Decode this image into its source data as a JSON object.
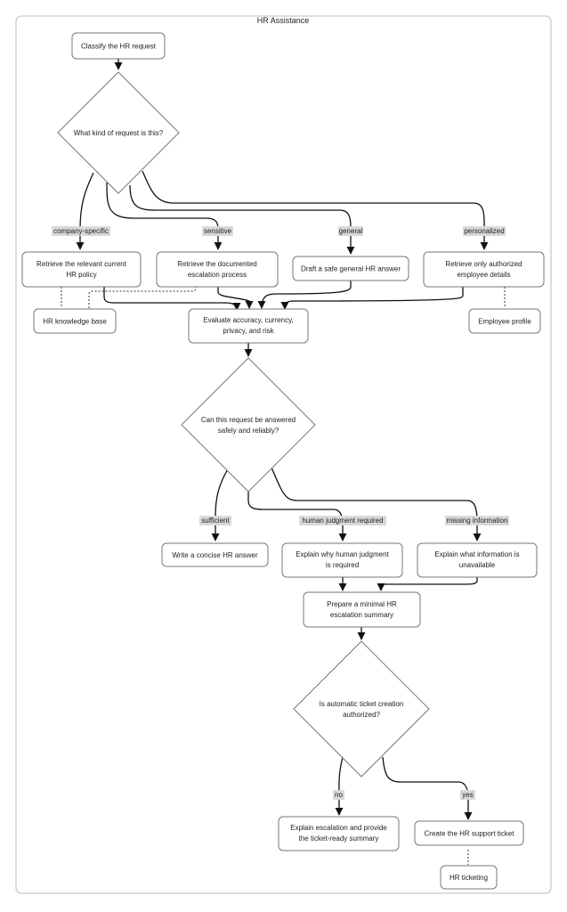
{
  "diagram": {
    "title": "HR Assistance",
    "nodes": {
      "classify": [
        "Classify the HR request"
      ],
      "kind_decision": [
        "What kind of request is this?"
      ],
      "retrieve_policy": [
        "Retrieve the relevant current",
        "HR policy"
      ],
      "retrieve_escalation": [
        "Retrieve the documented",
        "escalation process"
      ],
      "draft_general": [
        "Draft a safe general HR answer"
      ],
      "retrieve_employee": [
        "Retrieve only authorized",
        "employee details"
      ],
      "kb": [
        "HR knowledge base"
      ],
      "evaluate": [
        "Evaluate accuracy, currency,",
        "privacy, and risk"
      ],
      "profile": [
        "Employee profile"
      ],
      "answer_decision": [
        "Can this request be answered",
        "safely and reliably?"
      ],
      "write_answer": [
        "Write a concise HR answer"
      ],
      "explain_judgment": [
        "Explain why human judgment",
        "is required"
      ],
      "explain_missing": [
        "Explain what information is",
        "unavailable"
      ],
      "prepare_summary": [
        "Prepare a minimal HR",
        "escalation summary"
      ],
      "ticket_decision": [
        "Is automatic ticket creation",
        "authorized?"
      ],
      "explain_escalation": [
        "Explain escalation and provide",
        "the ticket-ready summary"
      ],
      "create_ticket": [
        "Create the HR support ticket"
      ],
      "ticketing": [
        "HR ticketing"
      ]
    },
    "edge_labels": {
      "company_specific": "company-specific",
      "sensitive": "sensitive",
      "general": "general",
      "personalized": "personalized",
      "sufficient": "sufficient",
      "human_judgment": "human judgment required",
      "missing_info": "missing information",
      "no": "no",
      "yes": "yes"
    }
  },
  "colors": {
    "node_fill": "#ffffff",
    "node_stroke": "#777777",
    "edge": "#111111",
    "label_bg": "#d9d9d9",
    "frame": "#bbbbbb"
  }
}
